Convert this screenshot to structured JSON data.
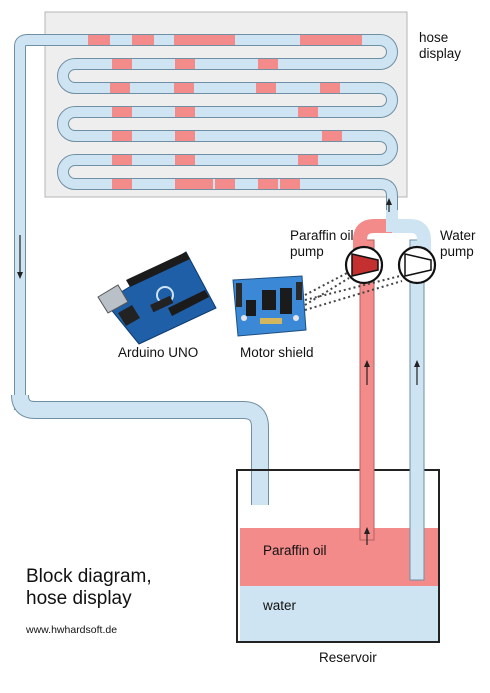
{
  "labels": {
    "hose_display": "hose\ndisplay",
    "paraffin_pump": "Paraffin oil\npump",
    "water_pump": "Water\npump",
    "arduino": "Arduino UNO",
    "motor_shield": "Motor shield",
    "paraffin_oil": "Paraffin oil",
    "water": "water",
    "reservoir": "Reservoir",
    "title": "Block diagram,\nhose display",
    "url": "www.hwhardsoft.de"
  },
  "colors": {
    "hose": "#cfe4f2",
    "hose_outline": "#6f8fa3",
    "oil": "#f48b8b",
    "water": "#cfe4f2",
    "panel": "#eeeeee",
    "board_blue": "#1f5fa8",
    "shield_blue": "#3a88d6"
  },
  "icons": [
    "pump-icon",
    "arrow-up-icon",
    "arrow-down-icon",
    "arduino-board-icon",
    "motor-shield-board-icon"
  ]
}
